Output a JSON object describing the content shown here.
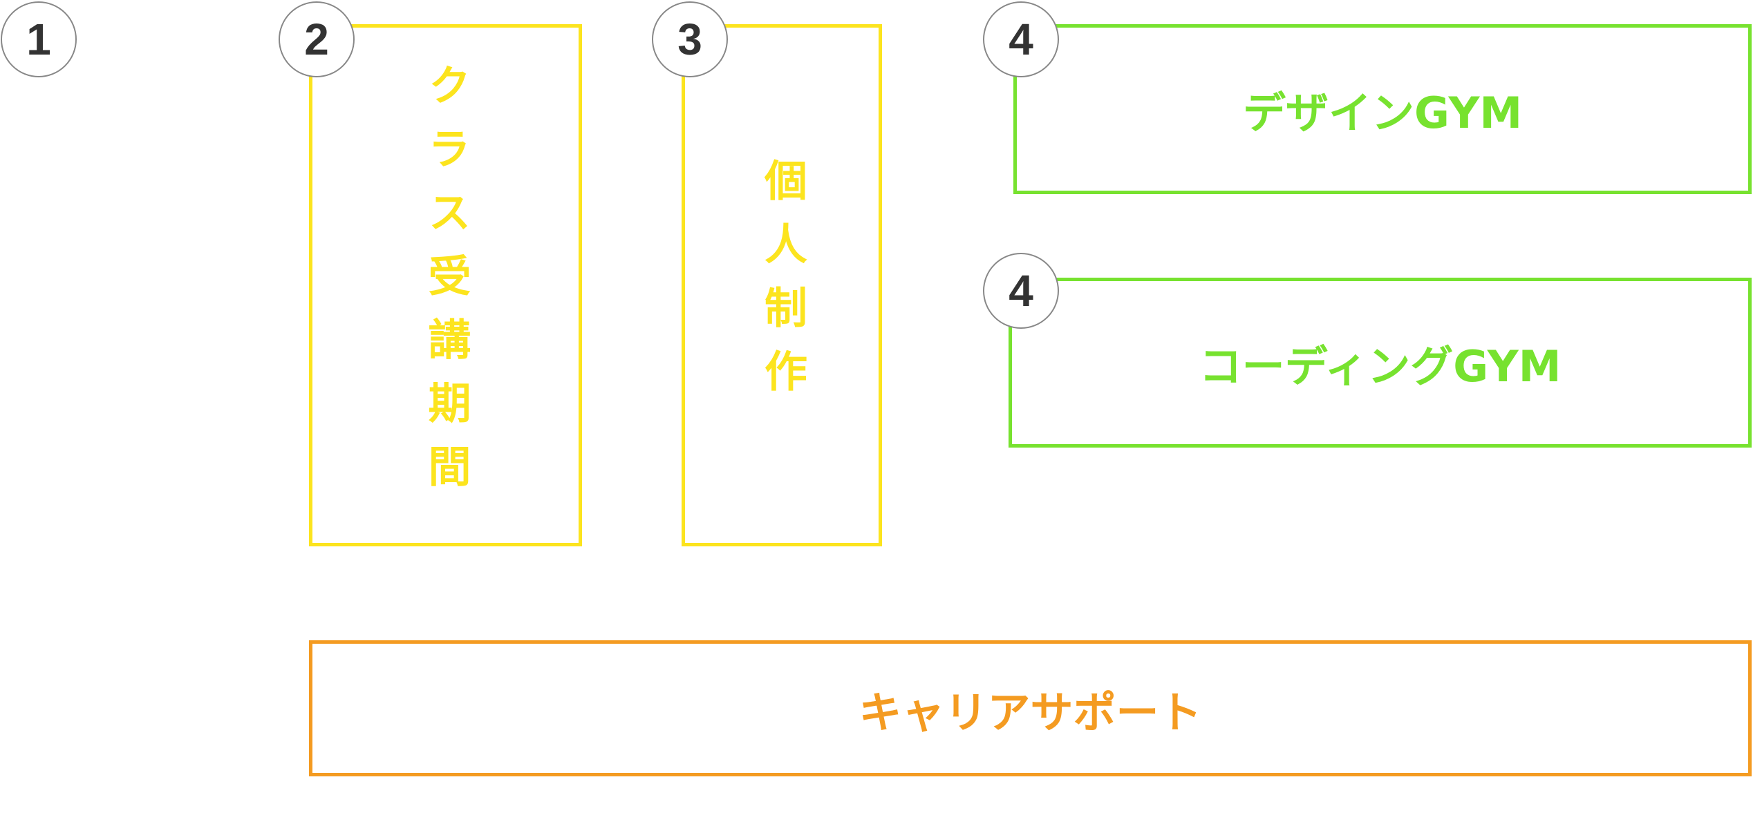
{
  "badges": {
    "one": "1",
    "two": "2",
    "three": "3",
    "four_design": "4",
    "four_coding": "4"
  },
  "boxes": {
    "class_period": {
      "label": "クラス受講期間",
      "color": "#FCE41E"
    },
    "personal_work": {
      "label": "個人制作",
      "color": "#FCE41E"
    },
    "design_gym": {
      "label": "デザインGYM",
      "color": "#77E22F"
    },
    "coding_gym": {
      "label": "コーディングGYM",
      "color": "#77E22F"
    },
    "career_support": {
      "label": "キャリアサポート",
      "color": "#F49B21"
    }
  },
  "colors": {
    "badge_text": "#333333",
    "badge_border": "#888888"
  }
}
